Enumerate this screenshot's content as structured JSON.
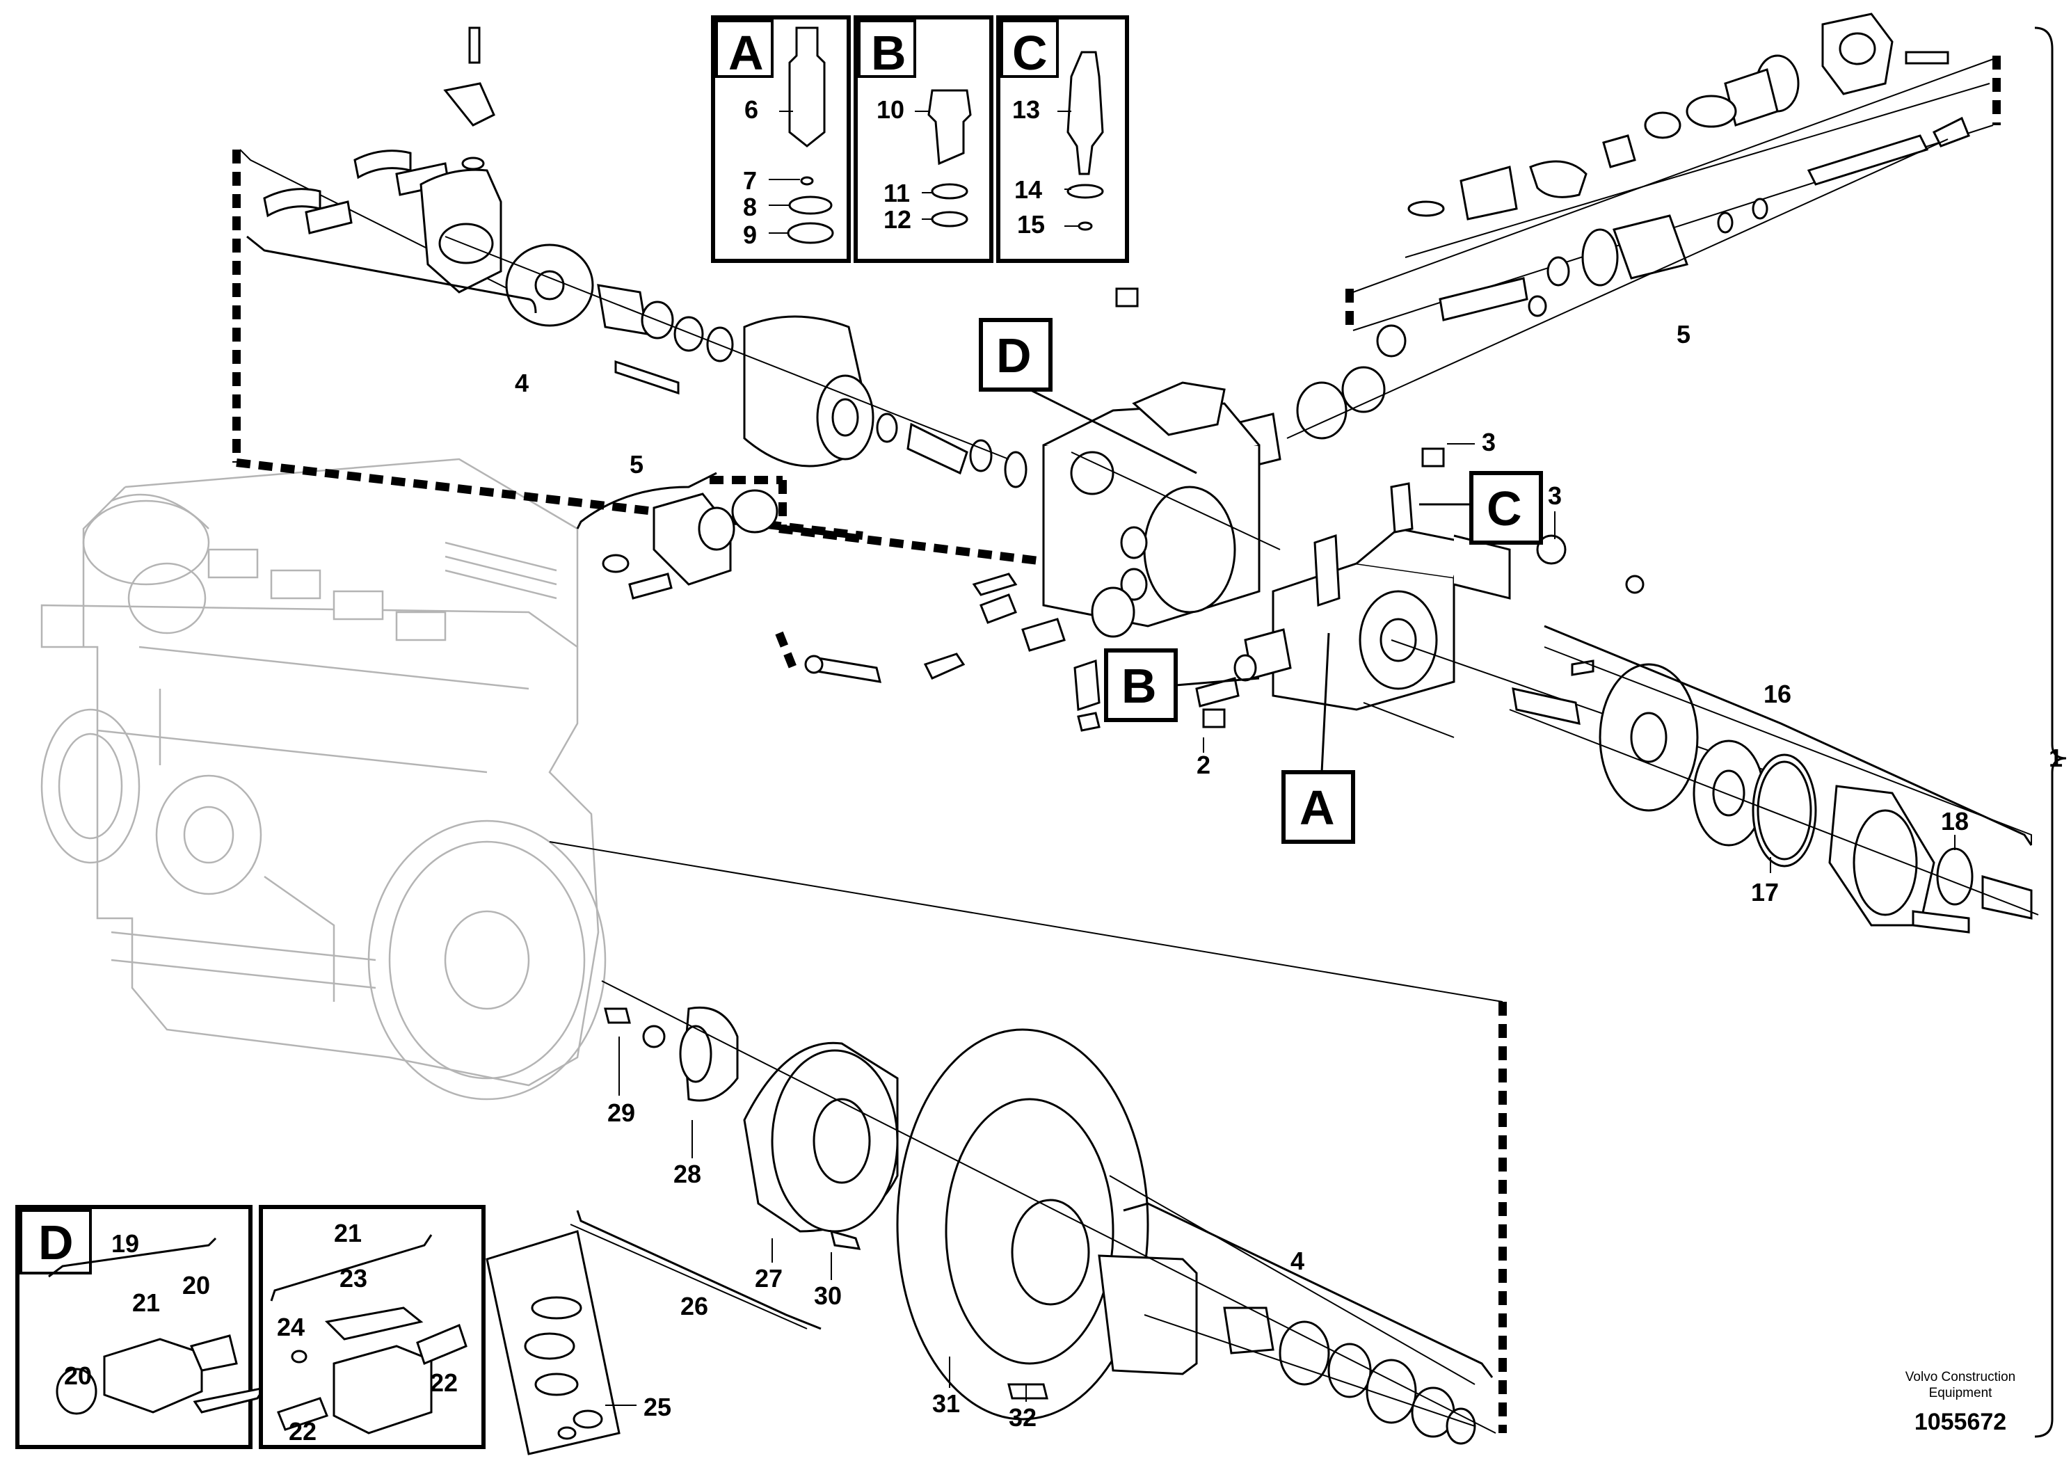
{
  "diagram": {
    "credit_line1": "Volvo Construction",
    "credit_line2": "Equipment",
    "document_number": "1055672",
    "detail_views": [
      {
        "letter": "A",
        "labels": [
          "6",
          "7",
          "8",
          "9"
        ]
      },
      {
        "letter": "B",
        "labels": [
          "10",
          "11",
          "12"
        ]
      },
      {
        "letter": "C",
        "labels": [
          "13",
          "14",
          "15"
        ]
      },
      {
        "letter": "D",
        "labels": [
          "19",
          "20",
          "21",
          "20"
        ]
      }
    ],
    "detail_21_labels": [
      "21",
      "23",
      "24",
      "22",
      "22"
    ],
    "callout_boxes": [
      "D",
      "C",
      "B",
      "A"
    ],
    "part_numbers": {
      "p1": "1",
      "p2": "2",
      "p3a": "3",
      "p3b": "3",
      "p4a": "4",
      "p4b": "4",
      "p5a": "5",
      "p5b": "5",
      "p16": "16",
      "p17": "17",
      "p18": "18",
      "p25": "25",
      "p26": "26",
      "p27": "27",
      "p28": "28",
      "p29": "29",
      "p30": "30",
      "p31": "31",
      "p32": "32"
    }
  }
}
